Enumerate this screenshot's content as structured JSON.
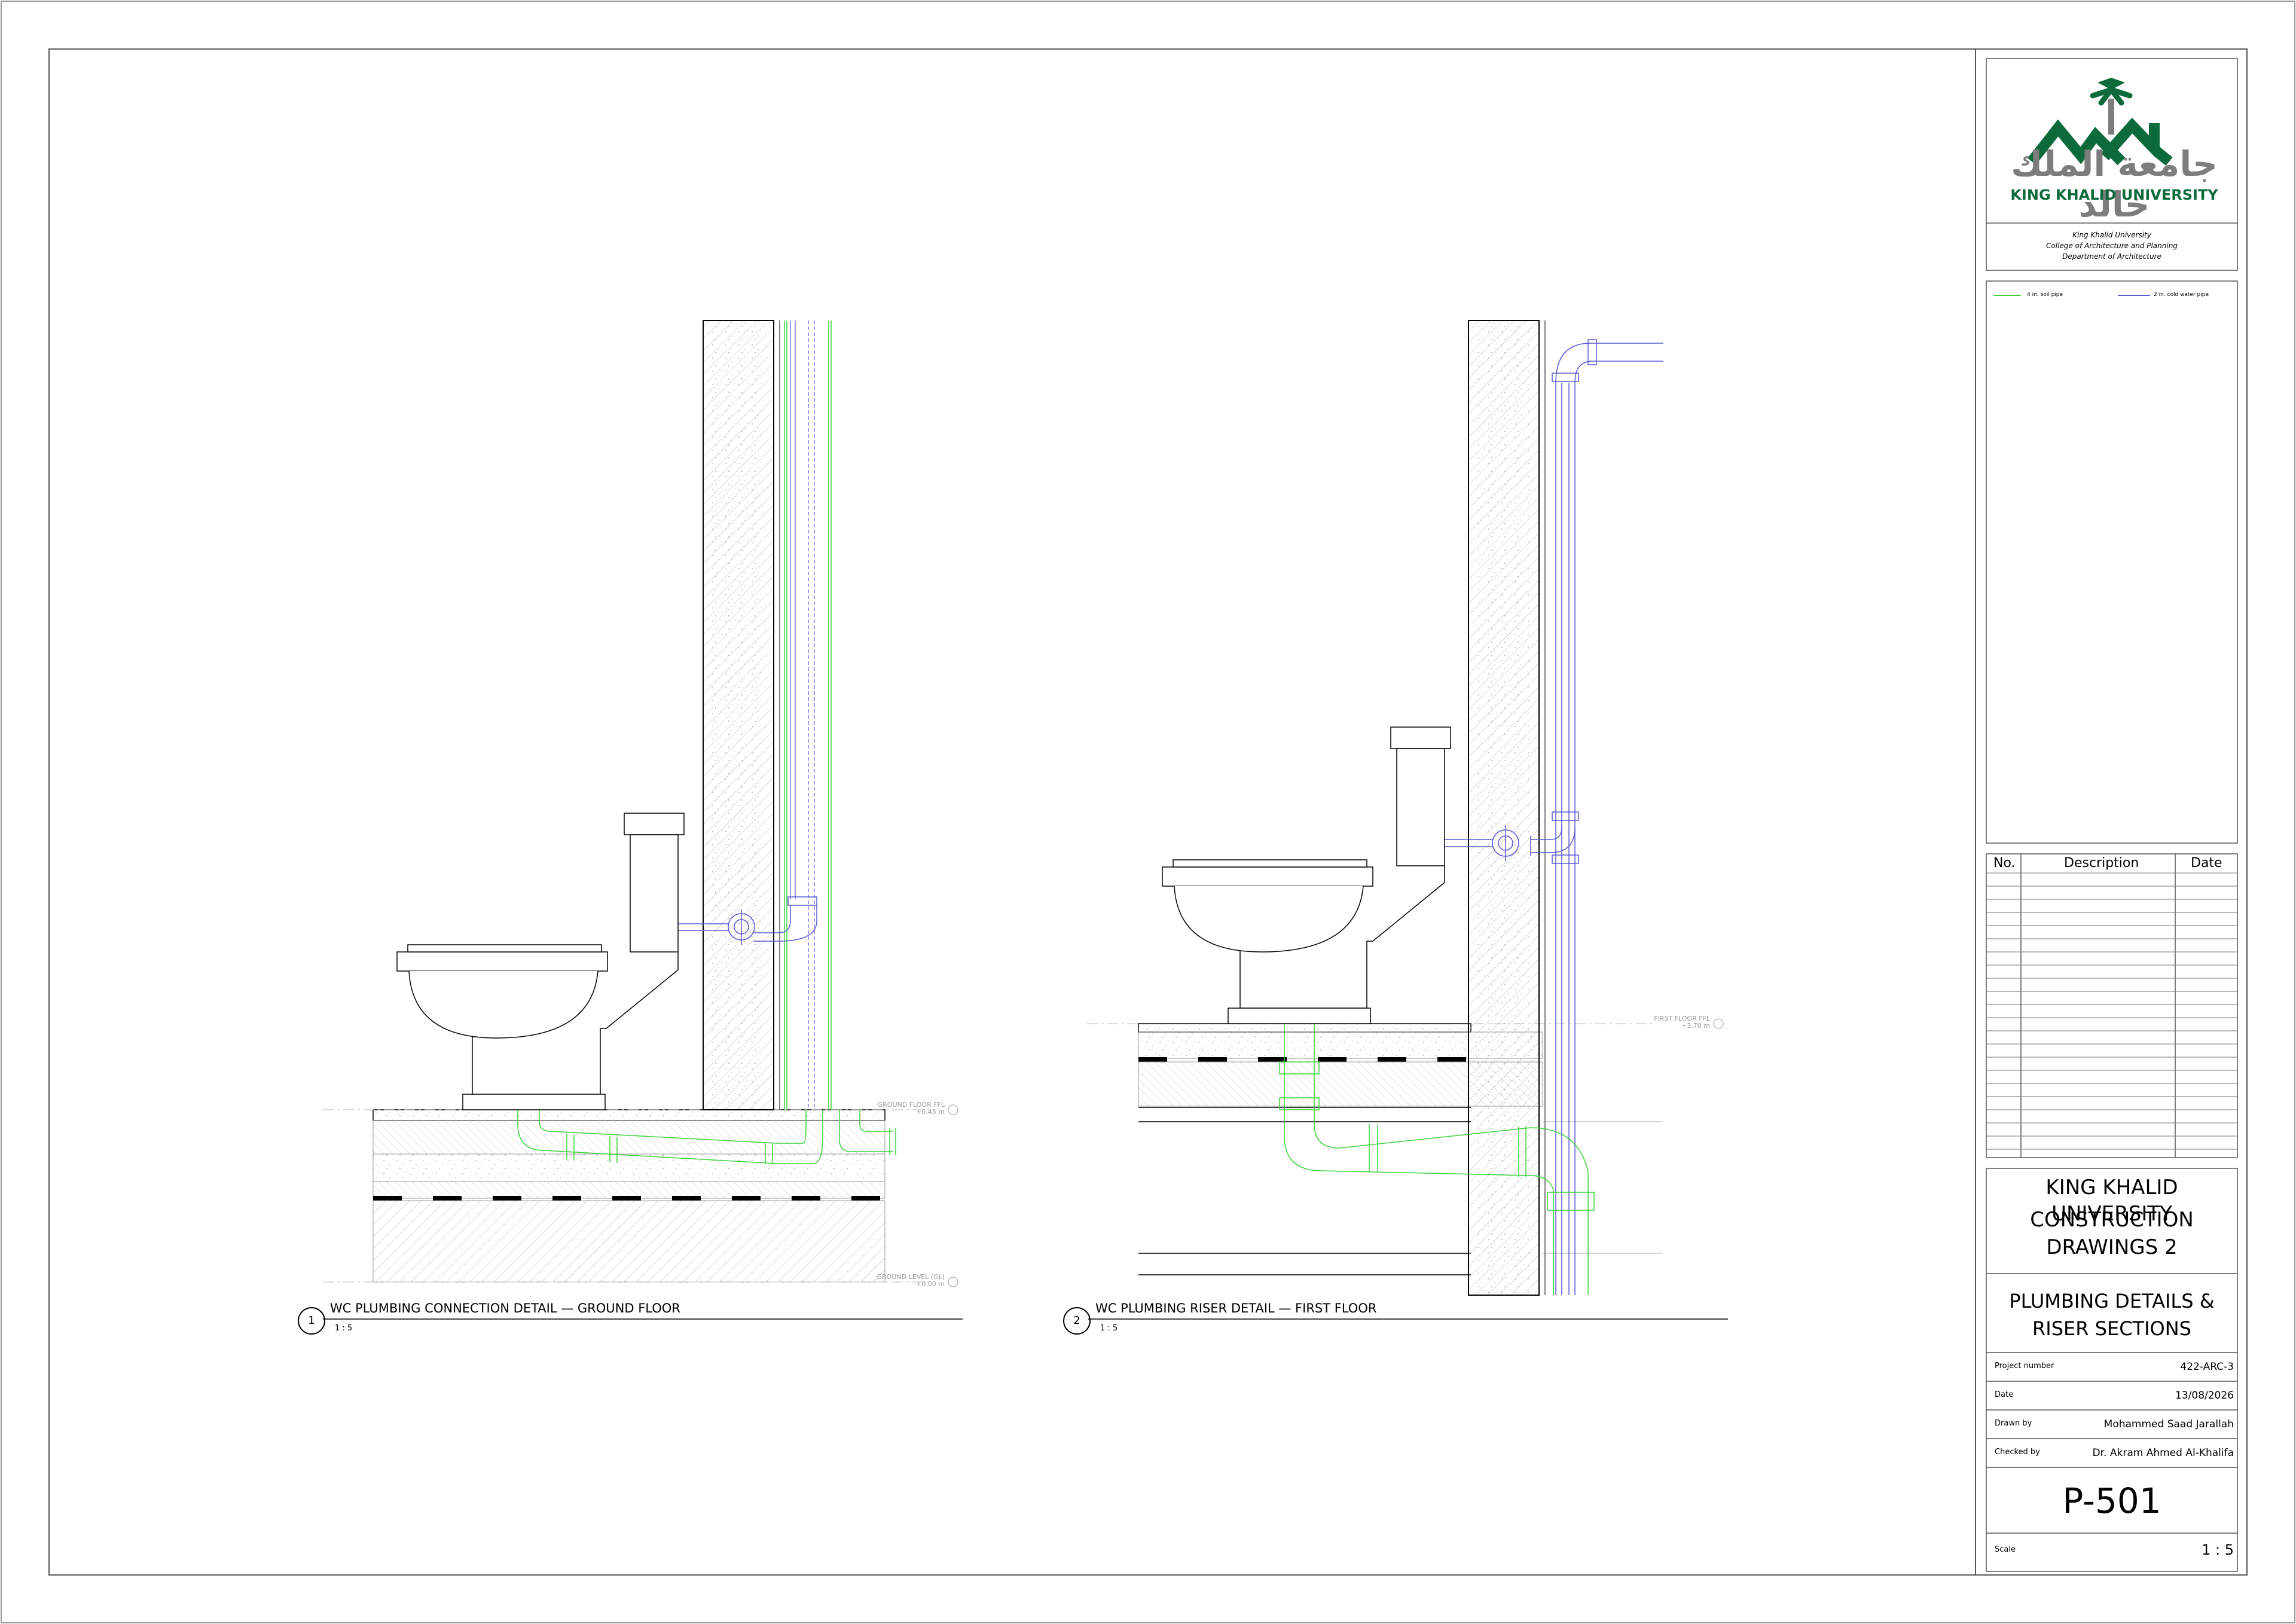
{
  "titleblock": {
    "logo_arabic": "جامعة الملك خالد",
    "logo_english": "KING KHALID UNIVERSITY",
    "affiliation": [
      "King Khalid University",
      "College of Architecture and Planning",
      "Department of Architecture"
    ],
    "legend": [
      {
        "label": "4 in. soil pipe",
        "color": "#3cd23c"
      },
      {
        "label": "2 in. cold water pipe",
        "color": "#5a5ad2"
      }
    ],
    "revisions_header": {
      "no": "No.",
      "description": "Description",
      "date": "Date"
    },
    "project_title": [
      "KING KHALID UNIVERSITY",
      "CONSTRUCTION",
      "DRAWINGS 2"
    ],
    "sheet_title": [
      "PLUMBING DETAILS &",
      "RISER SECTIONS"
    ],
    "fields": [
      {
        "label": "Project number",
        "value": "422-ARC-3"
      },
      {
        "label": "Date",
        "value": "13/08/2026"
      },
      {
        "label": "Drawn by",
        "value": "Mohammed Saad Jarallah"
      },
      {
        "label": "Checked by",
        "value": "Dr. Akram Ahmed Al-Khalifa"
      }
    ],
    "sheet_number": "P-501",
    "scale_label": "Scale",
    "scale_value": "1 : 5"
  },
  "details": [
    {
      "number": "1",
      "title": "WC PLUMBING CONNECTION DETAIL — GROUND FLOOR",
      "scale": "1 : 5",
      "levels": [
        {
          "name": "GROUND FLOOR FFL",
          "value": "+0.45 m"
        },
        {
          "name": "GROUND LEVEL (GL)",
          "value": "+0.00 m"
        }
      ]
    },
    {
      "number": "2",
      "title": "WC PLUMBING RISER DETAIL — FIRST FLOOR",
      "scale": "1 : 5",
      "levels": [
        {
          "name": "FIRST FLOOR FFL",
          "value": "+3.70 m"
        }
      ]
    }
  ],
  "colors": {
    "soil_pipe": "#3cd23c",
    "water_pipe": "#5a5ad2",
    "brand_green": "#0d6a3a",
    "line": "#000000"
  }
}
